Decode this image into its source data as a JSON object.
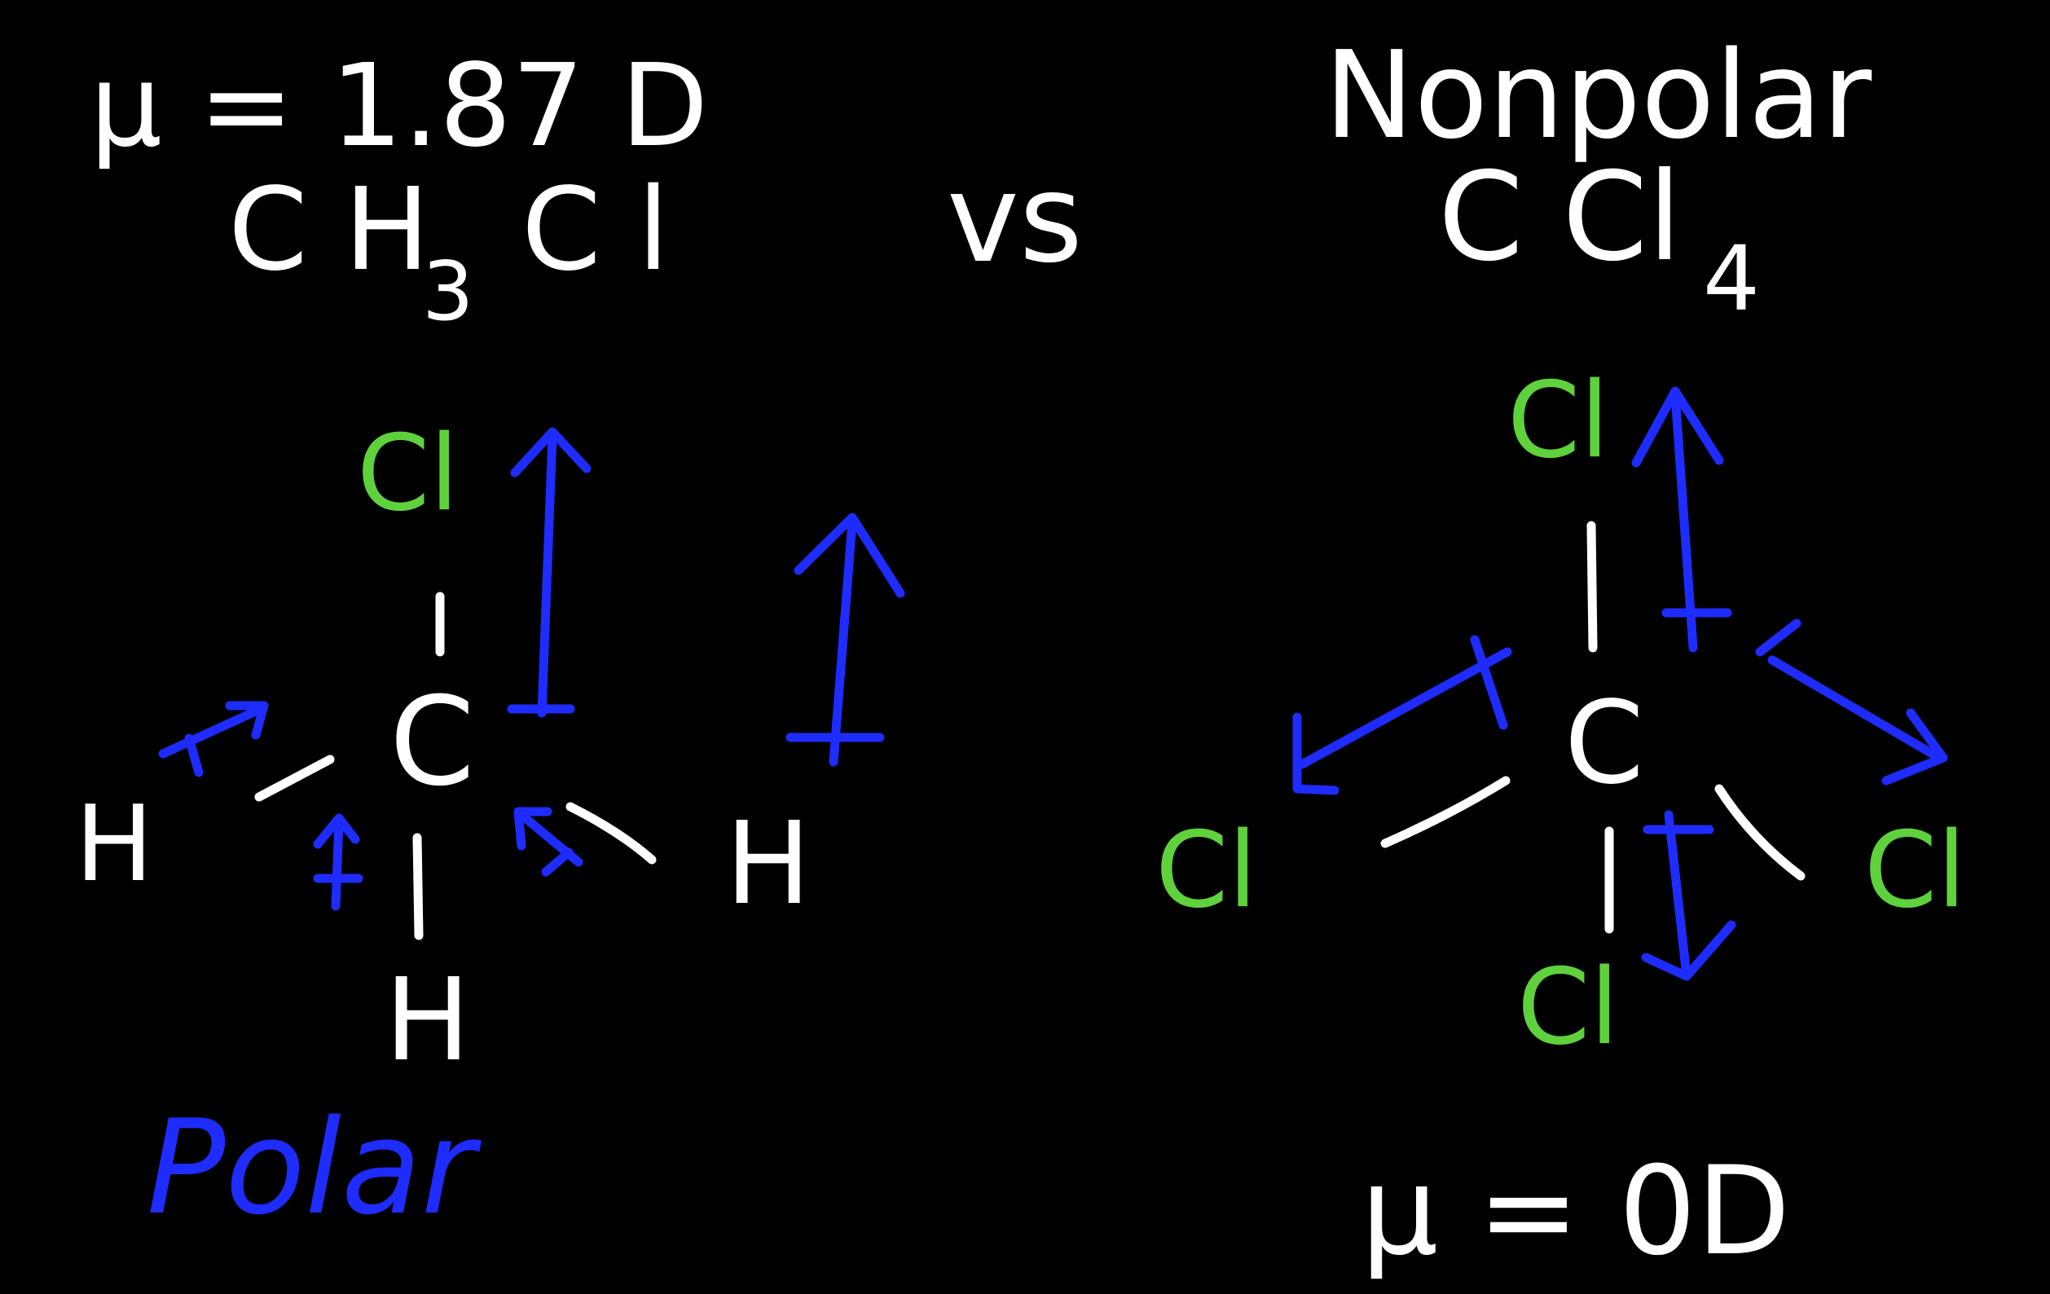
{
  "left_molecule": {
    "dipole": "μ = 1.87 D",
    "formula_main_1": "C H",
    "formula_sub": "3",
    "formula_main_2": "C l",
    "atoms": {
      "top": "Cl",
      "center": "C",
      "left": "H",
      "right": "H",
      "bottom": "H"
    },
    "classification": "Polar"
  },
  "versus": "vs",
  "right_molecule": {
    "classification": "Nonpolar",
    "formula_main": "C Cl",
    "formula_sub": "4",
    "atoms": {
      "top": "Cl",
      "center": "C",
      "left": "Cl",
      "right": "Cl",
      "bottom": "Cl"
    },
    "dipole": "μ = 0D"
  },
  "colors": {
    "background": "#000000",
    "chalk_white": "#ffffff",
    "chlorine_green": "#5fd13c",
    "dipole_blue": "#1f2cff"
  }
}
